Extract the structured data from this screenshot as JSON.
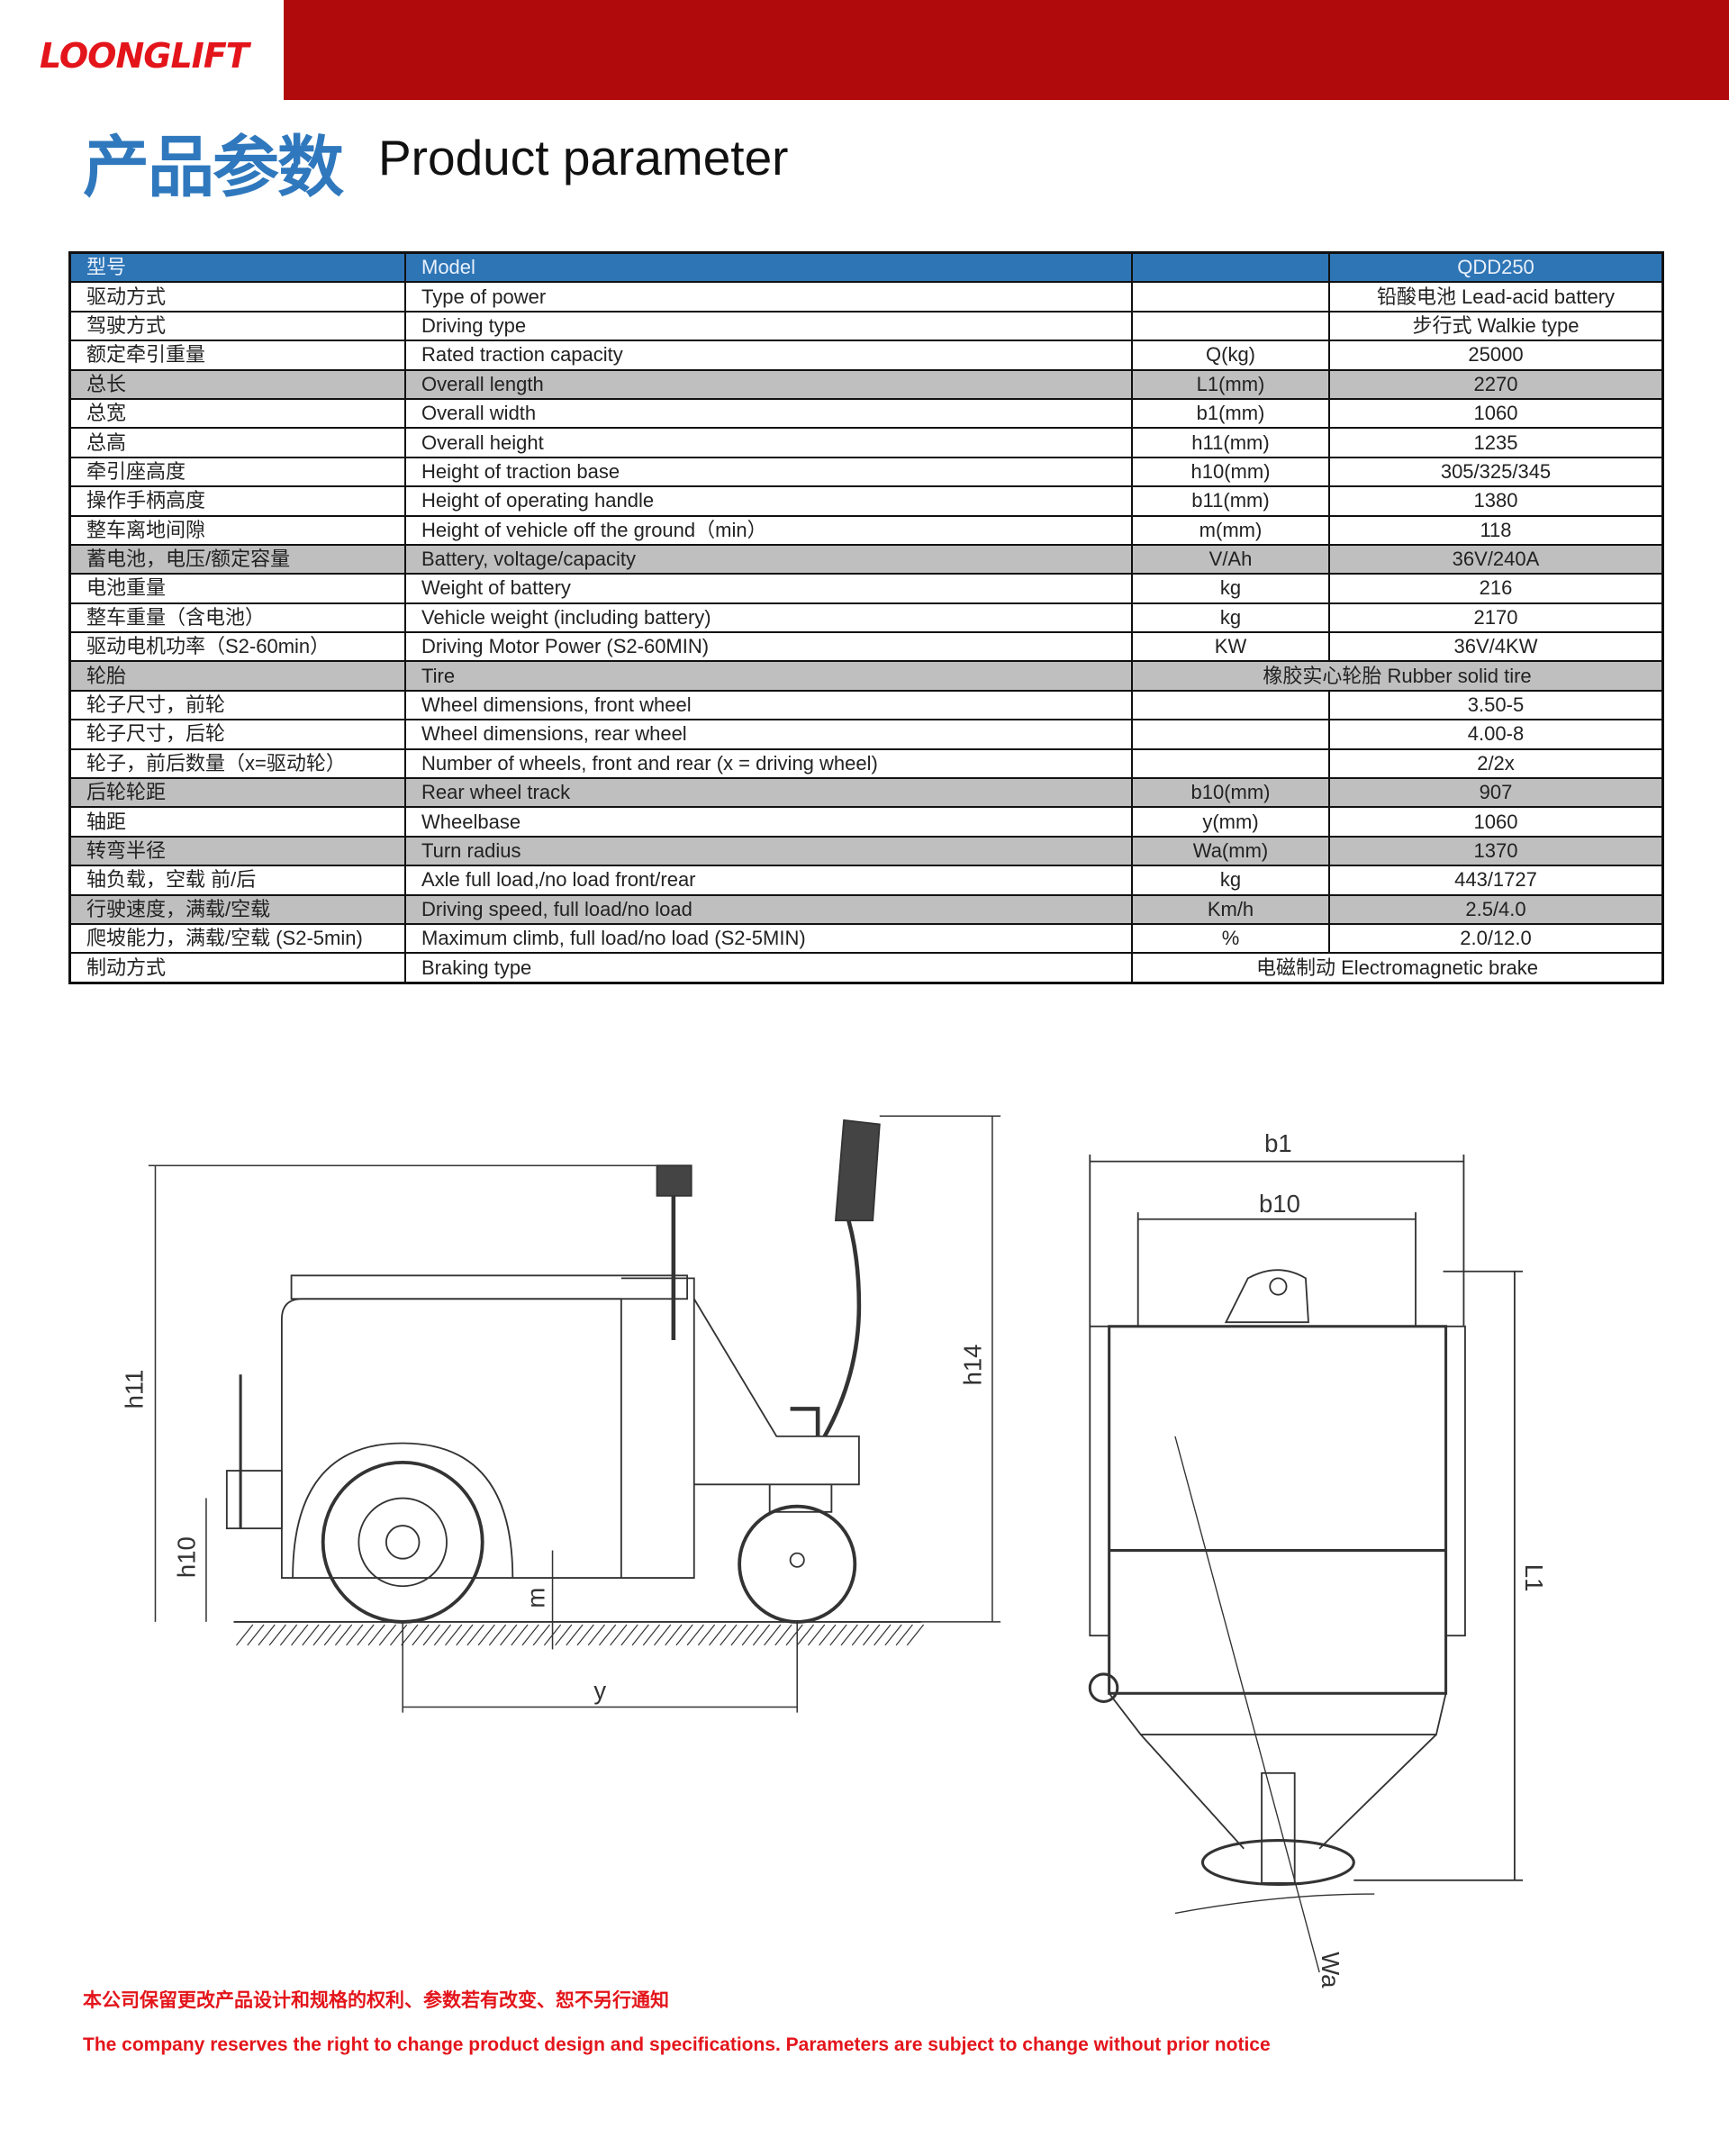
{
  "brand": {
    "logo": "LOONGLIFT",
    "bar_color": "#b10a0c",
    "logo_color": "#e3151b"
  },
  "header": {
    "title_cn": "产品参数",
    "title_en": "Product parameter"
  },
  "table": {
    "header": {
      "cn": "型号",
      "en": "Model",
      "unit": "",
      "value": "QDD250"
    },
    "rows": [
      {
        "cn": "驱动方式",
        "en": "Type of power",
        "unit": "",
        "value": "铅酸电池  Lead-acid battery",
        "gray": false
      },
      {
        "cn": "驾驶方式",
        "en": "Driving type",
        "unit": "",
        "value": "步行式 Walkie type",
        "gray": false
      },
      {
        "cn": "额定牵引重量",
        "en": "Rated traction capacity",
        "unit": "Q(kg)",
        "value": "25000",
        "gray": false
      },
      {
        "cn": "总长",
        "en": "Overall length",
        "unit": "L1(mm)",
        "value": "2270",
        "gray": true
      },
      {
        "cn": "总宽",
        "en": "Overall width",
        "unit": "b1(mm)",
        "value": "1060",
        "gray": false
      },
      {
        "cn": "总高",
        "en": "Overall height",
        "unit": "h11(mm)",
        "value": "1235",
        "gray": false
      },
      {
        "cn": "牵引座高度",
        "en": "Height of traction base",
        "unit": "h10(mm)",
        "value": "305/325/345",
        "gray": false
      },
      {
        "cn": "操作手柄高度",
        "en": "Height of operating handle",
        "unit": "b11(mm)",
        "value": "1380",
        "gray": false
      },
      {
        "cn": "整车离地间隙",
        "en": "Height of vehicle off the ground（min）",
        "unit": "m(mm)",
        "value": "118",
        "gray": false
      },
      {
        "cn": "蓄电池，电压/额定容量",
        "en": "Battery, voltage/capacity",
        "unit": "V/Ah",
        "value": "36V/240A",
        "gray": true
      },
      {
        "cn": "电池重量",
        "en": "Weight of battery",
        "unit": "kg",
        "value": "216",
        "gray": false
      },
      {
        "cn": "整车重量（含电池）",
        "en": "Vehicle weight (including battery)",
        "unit": "kg",
        "value": "2170",
        "gray": false
      },
      {
        "cn": "驱动电机功率（S2-60min）",
        "en": "Driving Motor Power (S2-60MIN)",
        "unit": "KW",
        "value": "36V/4KW",
        "gray": false
      },
      {
        "cn": "轮胎",
        "en": "Tire",
        "merged": true,
        "value": "橡胶实心轮胎 Rubber solid tire",
        "gray": true
      },
      {
        "cn": "轮子尺寸，前轮",
        "en": "Wheel dimensions, front wheel",
        "unit": "",
        "value": "3.50-5",
        "gray": false
      },
      {
        "cn": "轮子尺寸，后轮",
        "en": "Wheel dimensions, rear wheel",
        "unit": "",
        "value": "4.00-8",
        "gray": false
      },
      {
        "cn": "轮子，前后数量（x=驱动轮）",
        "en": "Number of wheels, front and rear (x = driving wheel)",
        "unit": "",
        "value": "2/2x",
        "gray": false
      },
      {
        "cn": "后轮轮距",
        "en": "Rear wheel track",
        "unit": "b10(mm)",
        "value": "907",
        "gray": true
      },
      {
        "cn": "轴距",
        "en": "Wheelbase",
        "unit": "y(mm)",
        "value": "1060",
        "gray": false
      },
      {
        "cn": "转弯半径",
        "en": "Turn radius",
        "unit": "Wa(mm)",
        "value": "1370",
        "gray": true
      },
      {
        "cn": "轴负载，空载 前/后",
        "en": "Axle full load,/no load front/rear",
        "unit": "kg",
        "value": "443/1727",
        "gray": false
      },
      {
        "cn": "行驶速度，满载/空载",
        "en": "Driving speed, full load/no load",
        "unit": "Km/h",
        "value": "2.5/4.0",
        "gray": true
      },
      {
        "cn": "爬坡能力，满载/空载 (S2-5min)",
        "en": "Maximum climb, full load/no load (S2-5MIN)",
        "unit": "%",
        "value": "2.0/12.0",
        "gray": false
      },
      {
        "cn": "制动方式",
        "en": "Braking type",
        "merged": true,
        "value": "电磁制动 Electromagnetic brake",
        "gray": false
      }
    ],
    "header_color": "#2e75b6",
    "gray_color": "#bfbfbf"
  },
  "drawing": {
    "side_labels": {
      "h11": "h11",
      "h10": "h10",
      "m": "m",
      "y": "y",
      "h14": "h14"
    },
    "top_labels": {
      "b1": "b1",
      "b10": "b10",
      "L1": "L1",
      "Wa": "Wa"
    }
  },
  "footer": {
    "note_cn": "本公司保留更改产品设计和规格的权利、参数若有改变、恕不另行通知",
    "note_en": "The company reserves the right to change product design and specifications. Parameters are subject to change without prior notice"
  }
}
